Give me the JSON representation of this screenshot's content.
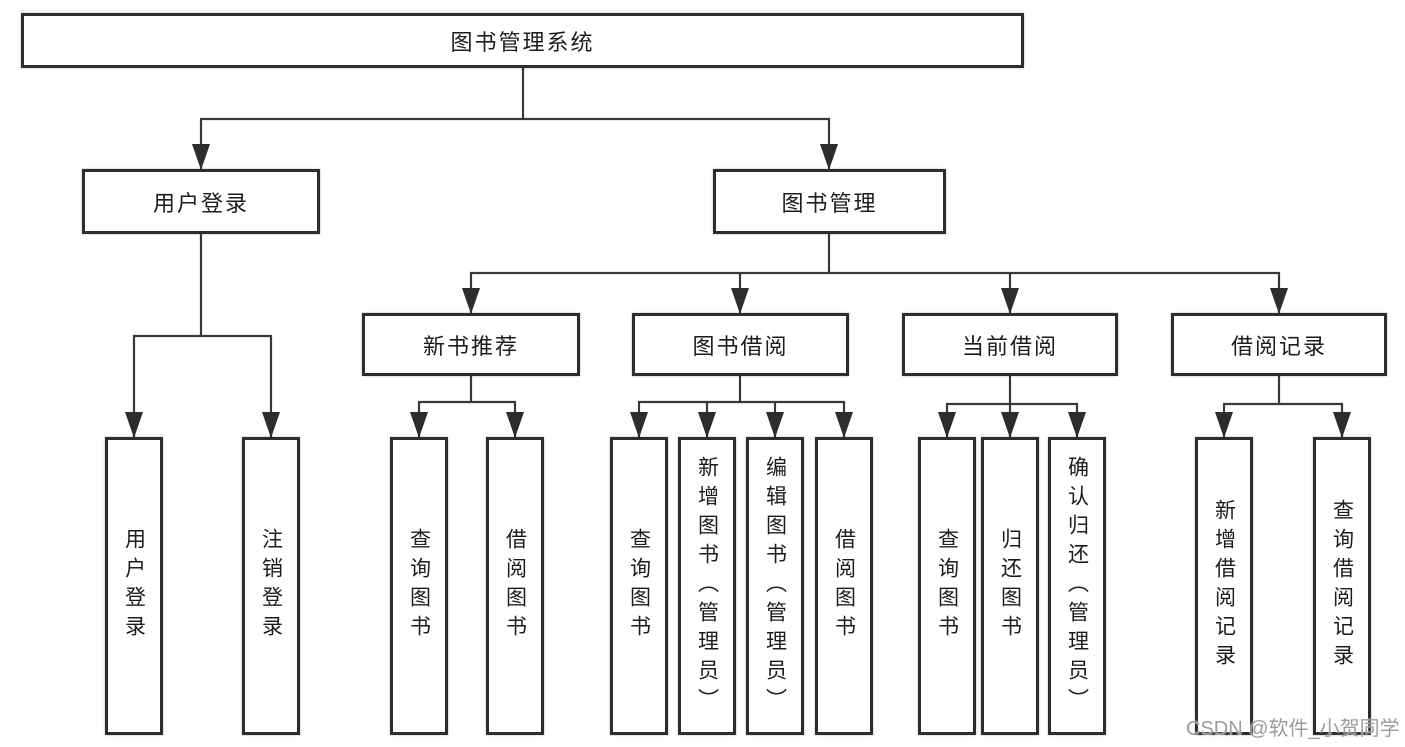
{
  "diagram": {
    "title": "图书管理系统",
    "colors": {
      "line": "#383838",
      "box_border": "#2d2d2d",
      "text": "#1c1c1c",
      "watermark": "#9c9c9c",
      "background": "#ffffff"
    },
    "root": {
      "label": "图书管理系统"
    },
    "level2": [
      {
        "label": "用户登录"
      },
      {
        "label": "图书管理"
      }
    ],
    "level3": [
      {
        "label": "新书推荐"
      },
      {
        "label": "图书借阅"
      },
      {
        "label": "当前借阅"
      },
      {
        "label": "借阅记录"
      }
    ],
    "leaves": [
      {
        "label": "用户登录"
      },
      {
        "label": "注销登录"
      },
      {
        "label": "查询图书"
      },
      {
        "label": "借阅图书"
      },
      {
        "label": "查询图书"
      },
      {
        "label": "新增图书（管理员）"
      },
      {
        "label": "编辑图书（管理员）"
      },
      {
        "label": "借阅图书"
      },
      {
        "label": "查询图书"
      },
      {
        "label": "归还图书"
      },
      {
        "label": "确认归还（管理员）"
      },
      {
        "label": "新增借阅记录"
      },
      {
        "label": "查询借阅记录"
      }
    ],
    "watermark": "CSDN @软件_小贺同学"
  }
}
